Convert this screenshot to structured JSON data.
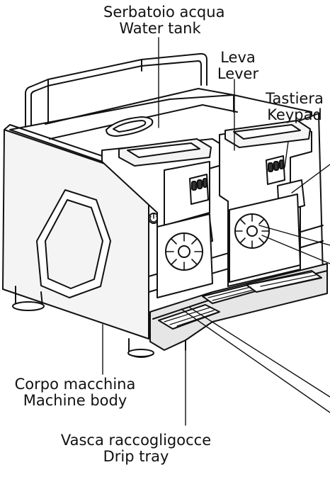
{
  "labels": {
    "water_tank": {
      "it": "Serbatoio acqua",
      "en": "Water tank"
    },
    "lever": {
      "it": "Leva",
      "en": "Lever"
    },
    "keypad": {
      "it": "Tastiera",
      "en": "Keypad"
    },
    "machine_body": {
      "it": "Corpo macchina",
      "en": "Machine body"
    },
    "drip_tray": {
      "it": "Vasca raccogligocce",
      "en": "Drip tray"
    }
  },
  "colors": {
    "ink": "#111111",
    "fill_light": "#f4f4f4",
    "fill_mid": "#e6e6e6",
    "fill_dark": "#333333"
  }
}
